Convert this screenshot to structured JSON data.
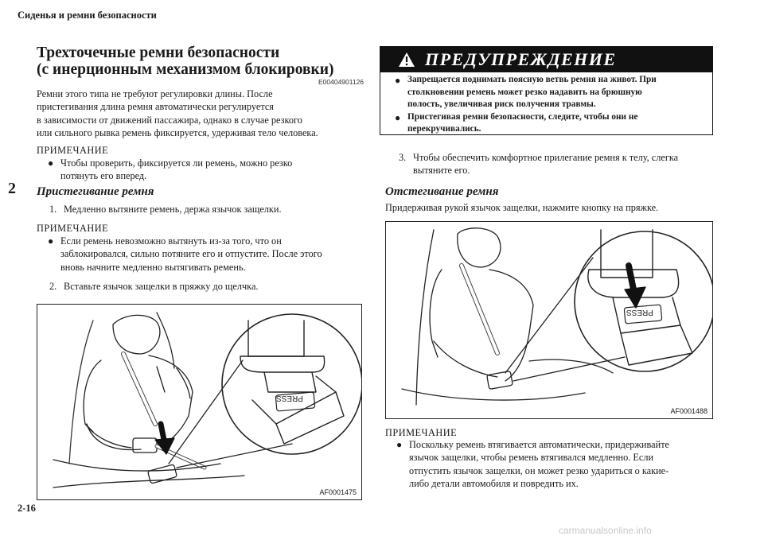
{
  "page": {
    "header": "Сиденья и ремни безопасности",
    "chapter": "2",
    "page_number": "2-16",
    "watermark": "carmanualsonline.info"
  },
  "left": {
    "title_line1": "Трехточечные ремни безопасности",
    "title_line2": "(с инерционным механизмом блокировки)",
    "code": "E00404901126",
    "intro": [
      "Ремни этого типа не требуют регулировки длины. После",
      "пристегивания длина ремня автоматически регулируется",
      "в зависимости от движений пассажира, однако в случае резкого",
      "или сильного рывка ремень фиксируется, удерживая тело человека."
    ],
    "note1_heading": "ПРИМЕЧАНИЕ",
    "note1_lines": [
      "Чтобы проверить, фиксируется ли ремень, можно резко",
      "потянуть его вперед."
    ],
    "section1_heading": "Пристегивание ремня",
    "step1_num": "1.",
    "step1_text": "Медленно вытяните ремень, держа язычок защелки.",
    "note2_heading": "ПРИМЕЧАНИЕ",
    "note2_lines": [
      "Если ремень невозможно вытянуть из-за того, что он",
      "заблокировался, сильно потяните его и отпустите. После этого",
      "вновь начните медленно вытягивать ремень."
    ],
    "step2_num": "2.",
    "step2_text": "Вставьте язычок защелки в пряжку до щелчка.",
    "figure_code": "AF0001475",
    "figure_press": "PRESS"
  },
  "right": {
    "warning_title": "ПРЕДУПРЕЖДЕНИЕ",
    "warning_item1": [
      "Запрещается поднимать поясную ветвь ремня на живот. При",
      "столкновении ремень может резко надавить на брюшную",
      "полость, увеличивая риск получения травмы."
    ],
    "warning_item2": [
      "Пристегивая ремни безопасности, следите, чтобы они не",
      "перекручивались."
    ],
    "step3_num": "3.",
    "step3_lines": [
      "Чтобы обеспечить комфортное прилегание ремня к телу, слегка",
      "вытяните его."
    ],
    "section2_heading": "Отстегивание ремня",
    "section2_text": "Придерживая рукой язычок защелки, нажмите кнопку на пряжке.",
    "figure_code": "AF0001488",
    "figure_press": "PRESS",
    "note3_heading": "ПРИМЕЧАНИЕ",
    "note3_lines": [
      "Поскольку ремень втягивается автоматически, придерживайте",
      "язычок защелки, чтобы ремень втягивался медленно. Если",
      "отпустить язычок защелки, он может резко удариться о какие-",
      "либо детали автомобиля и повредить их."
    ]
  }
}
